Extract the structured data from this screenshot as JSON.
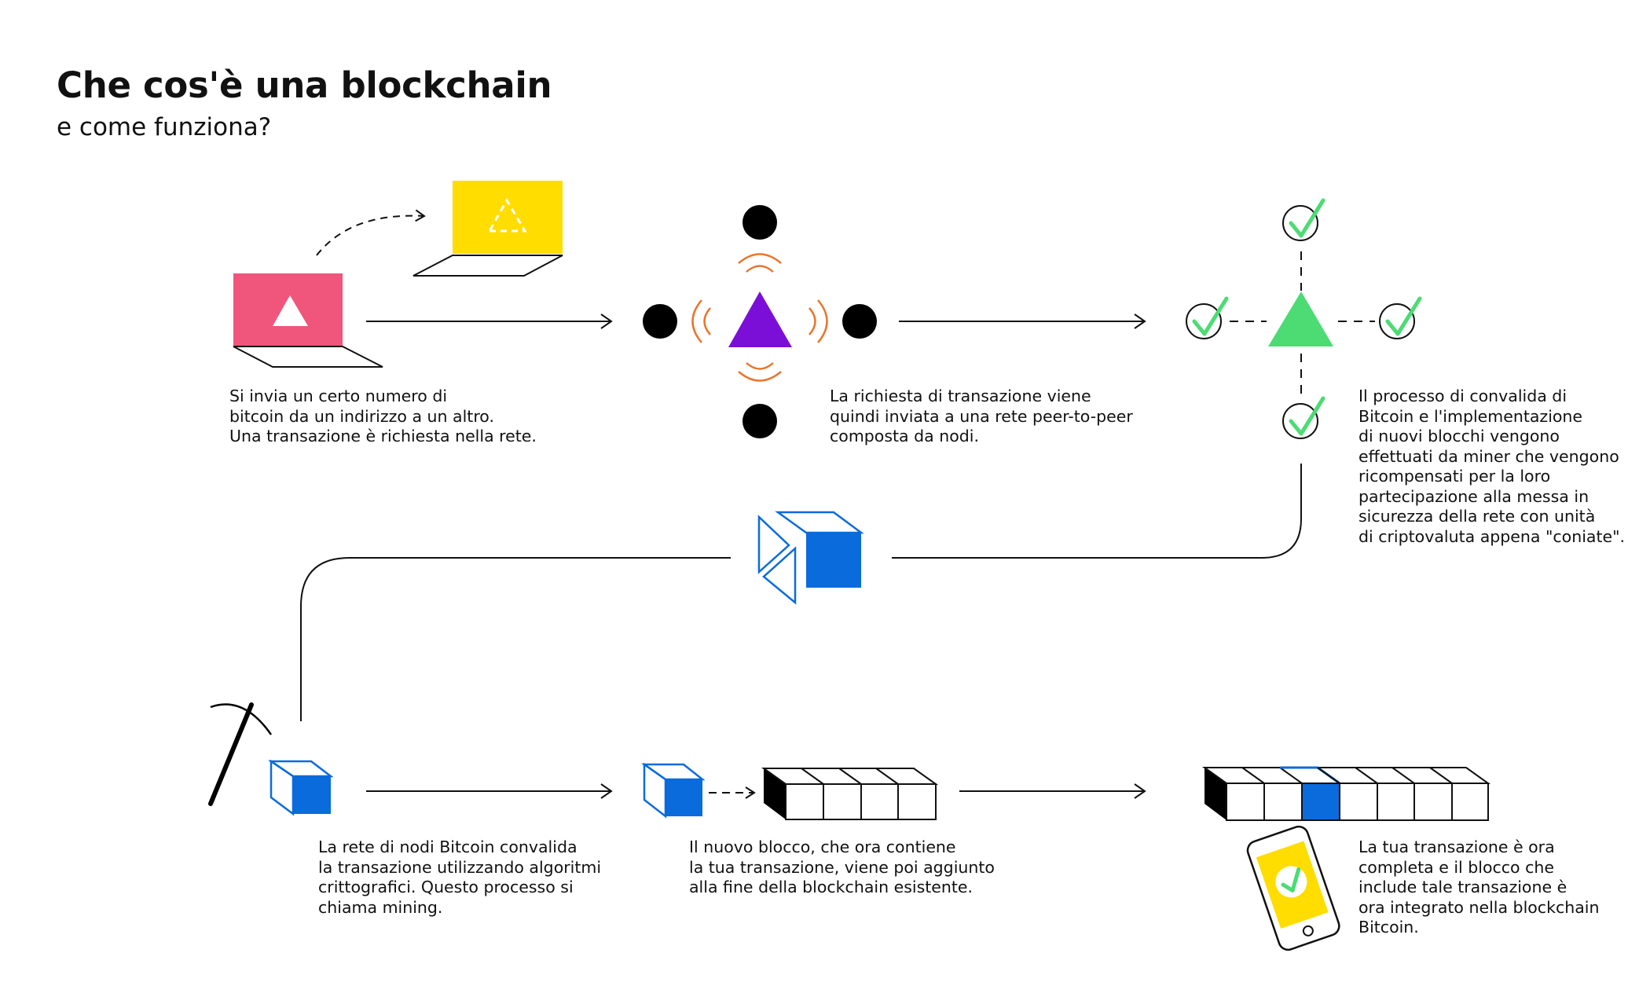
{
  "header": {
    "title": "Che cos'è una blockchain",
    "subtitle": "e come funziona?"
  },
  "colors": {
    "pink": "#f0557c",
    "yellow": "#ffdd00",
    "purple": "#7b0fd8",
    "green": "#4ddb74",
    "blue": "#0a6bdc",
    "orange": "#e8762c",
    "black": "#000000"
  },
  "steps": [
    {
      "id": "send",
      "text": "Si invia un certo numero di\nbitcoin da un indirizzo a un altro.\nUna transazione è richiesta nella rete."
    },
    {
      "id": "network",
      "text": "La richiesta di transazione viene\nquindi inviata a una rete peer-to-peer\ncomposta da nodi."
    },
    {
      "id": "validation",
      "text": "Il processo di convalida di\nBitcoin e l'implementazione\ndi nuovi blocchi vengono\neffettuati da miner che vengono\nricompensati per la loro\npartecipazione alla messa in\nsicurezza della rete con unità\ndi criptovaluta appena \"coniate\"."
    },
    {
      "id": "mining",
      "text": "La rete di nodi Bitcoin convalida\nla transazione utilizzando algoritmi\ncrittografici. Questo processo si\nchiama mining."
    },
    {
      "id": "append",
      "text": "Il nuovo blocco, che ora contiene\nla tua transazione, viene poi aggiunto\nalla fine della blockchain esistente."
    },
    {
      "id": "complete",
      "text": "La tua transazione è ora\ncompleta e il blocco che\ninclude tale transazione è\nora integrato nella blockchain\nBitcoin."
    }
  ],
  "icons": [
    "laptop-pink-icon",
    "laptop-yellow-icon",
    "dashed-arc-arrow-icon",
    "peer-network-icon",
    "validation-checks-icon",
    "blockchain-logo-icon",
    "pickaxe-icon",
    "block-cube-icon",
    "blockchain-chain-icon",
    "phone-check-icon"
  ]
}
